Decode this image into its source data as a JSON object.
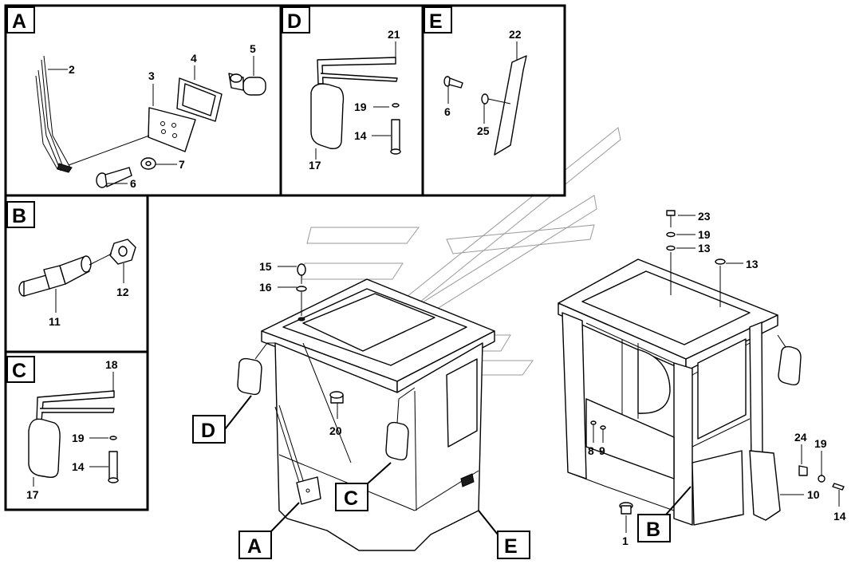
{
  "panels": {
    "A": {
      "letter": "A",
      "callouts": [
        "2",
        "3",
        "4",
        "5",
        "6",
        "7"
      ]
    },
    "B": {
      "letter": "B",
      "callouts": [
        "11",
        "12"
      ]
    },
    "C": {
      "letter": "C",
      "callouts": [
        "18",
        "19",
        "14",
        "17"
      ]
    },
    "D": {
      "letter": "D",
      "callouts": [
        "21",
        "19",
        "14",
        "17"
      ]
    },
    "E": {
      "letter": "E",
      "callouts": [
        "22",
        "6",
        "25"
      ]
    }
  },
  "main": {
    "cab_left_callouts": [
      "15",
      "16",
      "20"
    ],
    "cab_left_pointers": [
      "D",
      "C",
      "A",
      "E"
    ],
    "cab_right_callouts": [
      "23",
      "19",
      "13",
      "13",
      "8",
      "9",
      "24",
      "19",
      "10",
      "14",
      "1"
    ],
    "cab_right_pointers": [
      "B"
    ]
  }
}
